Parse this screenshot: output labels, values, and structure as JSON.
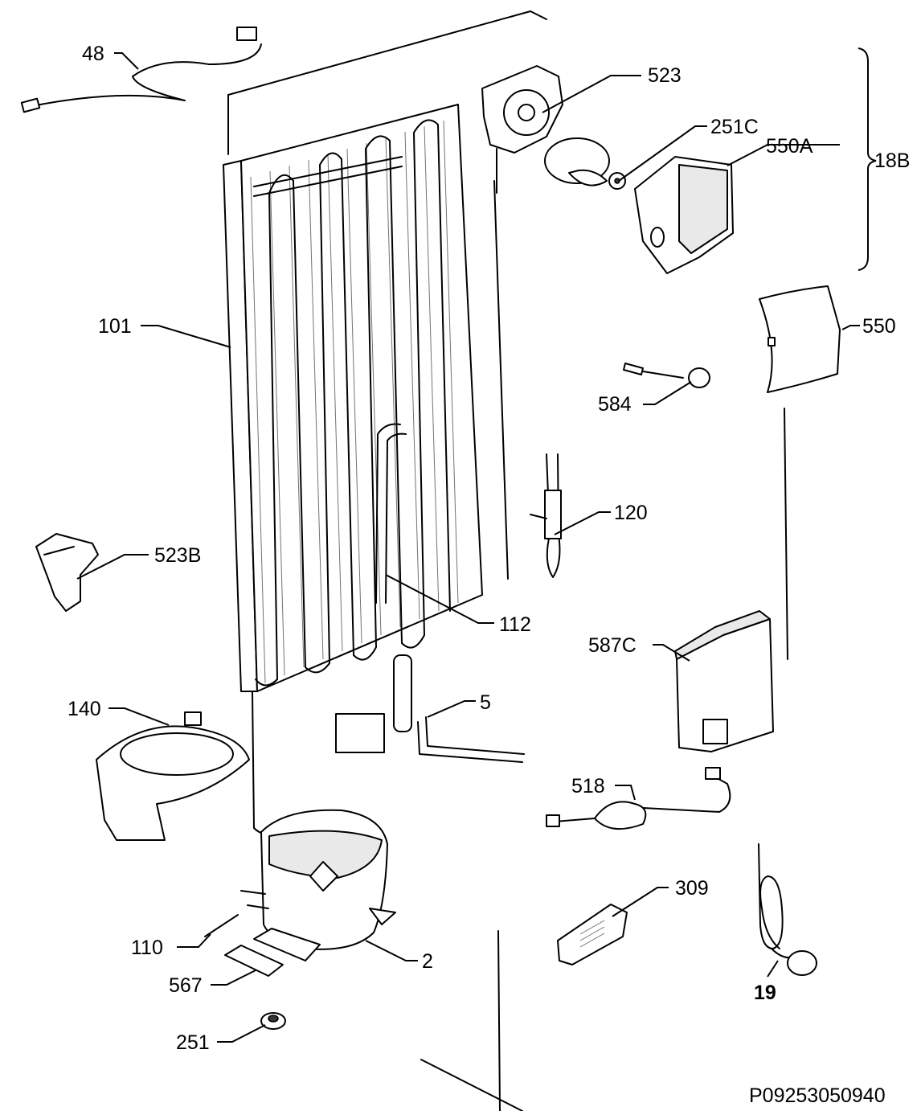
{
  "labels": {
    "p48": "48",
    "p523": "523",
    "p251c": "251C",
    "p550a": "550A",
    "p18b": "18B",
    "p101": "101",
    "p550": "550",
    "p584": "584",
    "p120": "120",
    "p523b": "523B",
    "p112": "112",
    "p587c": "587C",
    "p140": "140",
    "p5": "5",
    "p518": "518",
    "p309": "309",
    "p19": "19",
    "p110": "110",
    "p2": "2",
    "p567": "567",
    "p251": "251"
  },
  "drawing_code": "P09253050940"
}
